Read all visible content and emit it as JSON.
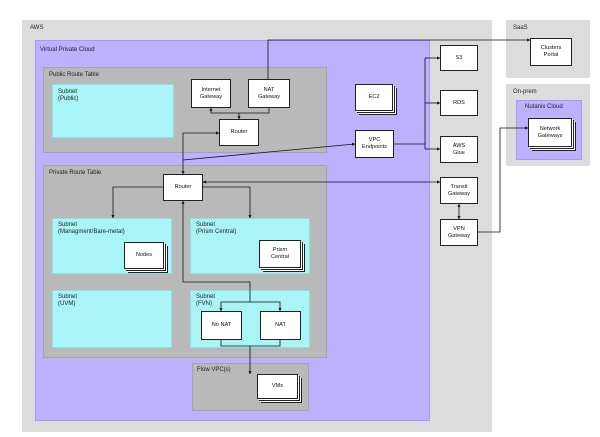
{
  "regions": {
    "aws": "AWS",
    "saas": "SaaS",
    "onprem": "On-prem",
    "nutanix_cloud": "Nutanix Cloud",
    "vpc": "Virtual Private Cloud",
    "public_rt": "Public Route Table",
    "private_rt": "Private Route Table",
    "flow_vpc": "Flow VPC(s)"
  },
  "subnets": {
    "public": "Subnet\n(Public)",
    "management": "Subnet\n(Managment/Bare-metal)",
    "prism": "Subnet\n(Prism Central)",
    "uvm": "Subnet\n(UVM)",
    "fvn": "Subnet\n(FVN)"
  },
  "nodes": {
    "internet_gateway": "Internet\nGateway",
    "nat_gateway": "NAT\nGateway",
    "router_public": "Router",
    "router_private": "Router",
    "nodes": "Nodes",
    "prism_central": "Prism\nCentral",
    "no_nat": "No NAT",
    "nat": "NAT",
    "vms": "VMs",
    "ec2": "EC2",
    "vpc_endpoints": "VPC\nEndpoints",
    "s3": "S3",
    "rds": "RDS",
    "aws_glue": "AWS\nGlue",
    "transit_gateway": "Transit\nGateway",
    "vpn_gateway": "VPN\nGateway",
    "clusters_portal": "Clusters\nPortal",
    "network_gateways": "Network\nGateways"
  },
  "colors": {
    "aws_bg": "#dcdcdc",
    "vpc_bg": "#bdb0ff",
    "route_table_bg": "#b9b9b9",
    "subnet_bg": "#a8f4f6",
    "node_bg": "#ffffff",
    "line": "#111111"
  }
}
